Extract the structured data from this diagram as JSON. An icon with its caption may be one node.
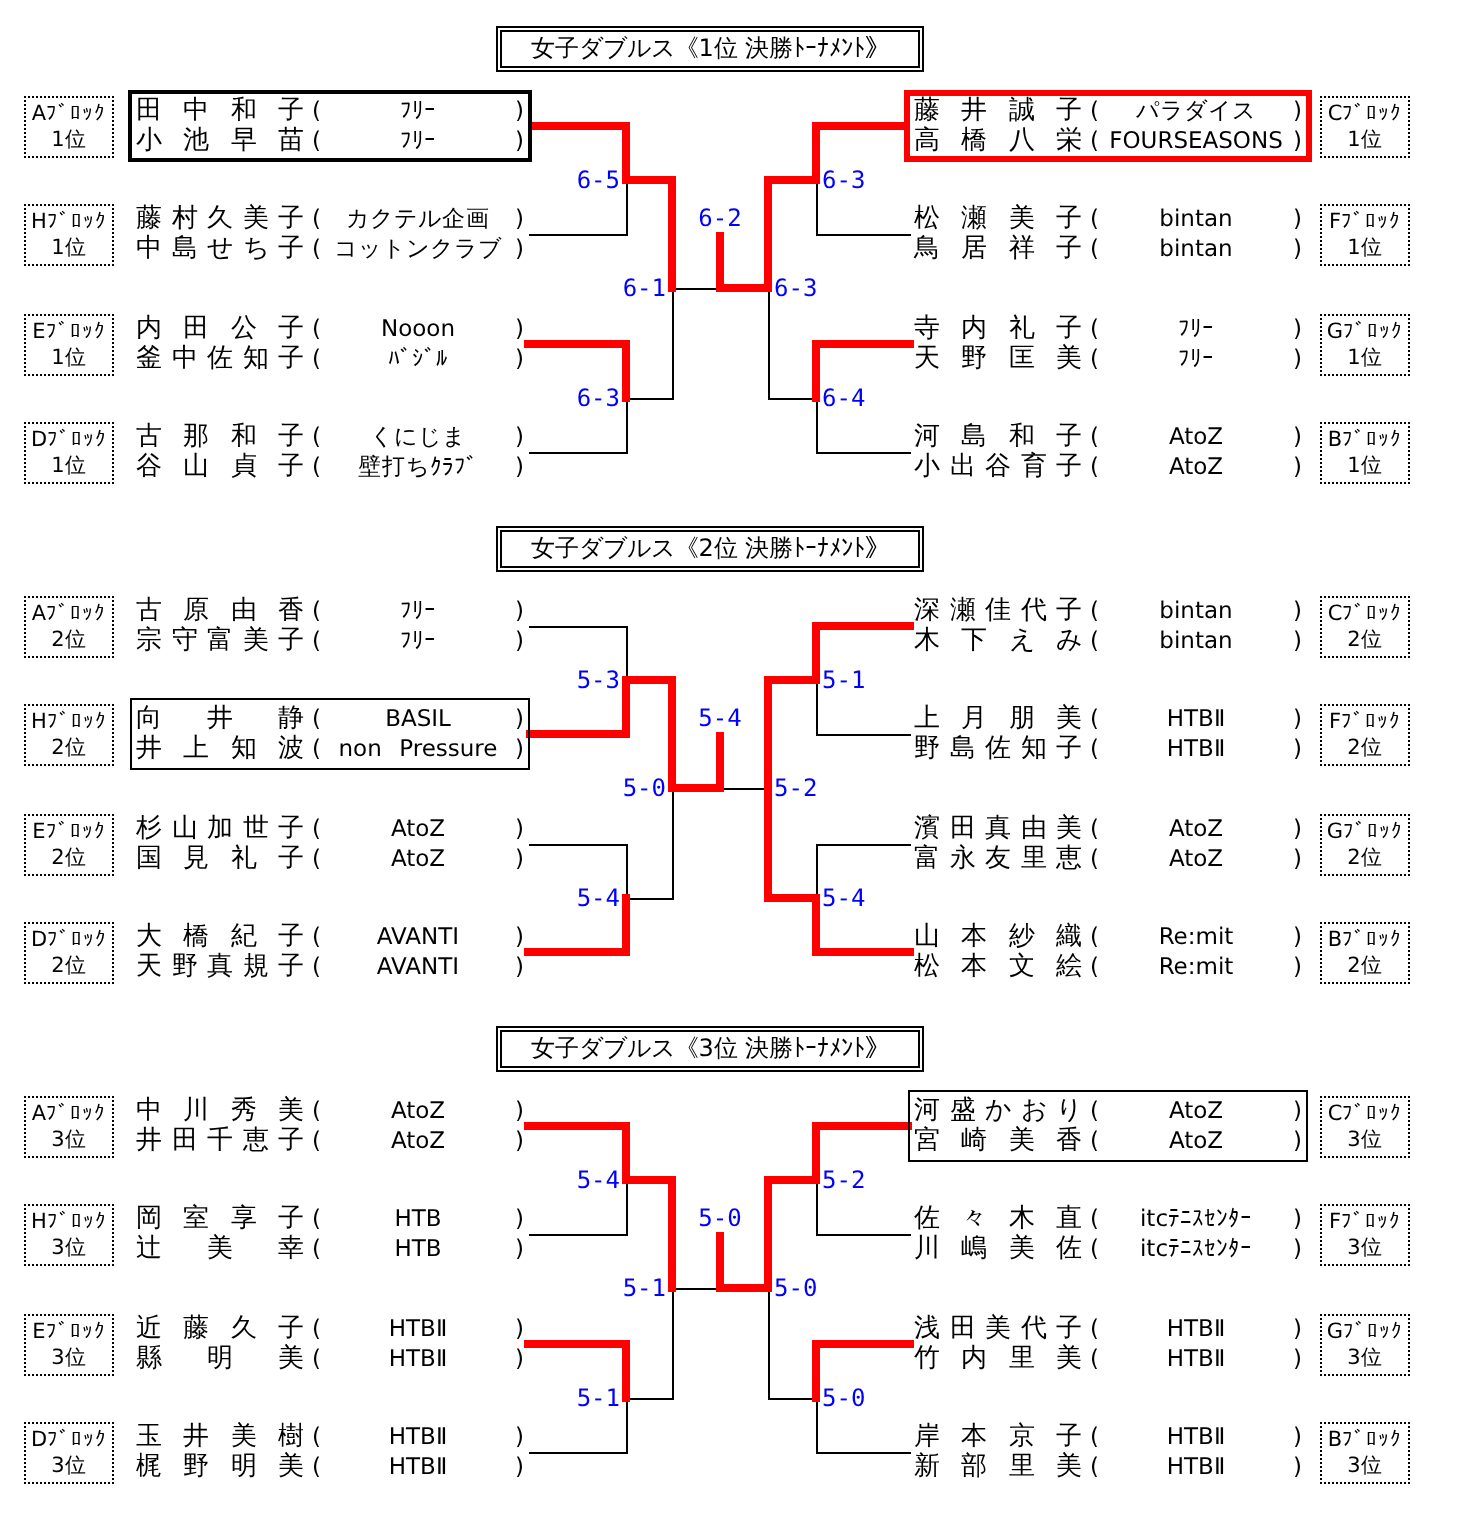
{
  "diagram": {
    "nodes": [
      {
        "text": [
          "女子ダブルス《1位 決勝ﾄｰﾅﾒﾝﾄ》"
        ]
      },
      {
        "text": [
          "Aﾌﾞﾛｯｸ",
          "1位"
        ]
      },
      {
        "text": [
          "田中和子",
          "( ﾌﾘｰ )",
          "小池早苗",
          "( ﾌﾘｰ )"
        ]
      },
      {
        "text": [
          "藤井誠子",
          "( パラダイス )",
          "高橋八栄",
          "( FOURSEASONS )"
        ]
      },
      {
        "text": [
          "Cﾌﾞﾛｯｸ",
          "1位"
        ]
      },
      {
        "text": [
          "Hﾌﾞﾛｯｸ",
          "1位"
        ]
      },
      {
        "text": [
          "藤村久美子",
          "( カクテル企画 )",
          "中島せち子",
          "( コットンクラブ )"
        ]
      },
      {
        "text": [
          "松瀬美子",
          "( bintan )",
          "鳥居祥子",
          "( bintan )"
        ]
      },
      {
        "text": [
          "Fﾌﾞﾛｯｸ",
          "1位"
        ]
      },
      {
        "text": [
          "Eﾌﾞﾛｯｸ",
          "1位"
        ]
      },
      {
        "text": [
          "内田公子",
          "( Nooon )",
          "釜中佐知子",
          "( ﾊﾞｼﾞﾙ )"
        ]
      },
      {
        "text": [
          "寺内礼子",
          "( ﾌﾘｰ )",
          "天野匡美",
          "( ﾌﾘｰ )"
        ]
      },
      {
        "text": [
          "Gﾌﾞﾛｯｸ",
          "1位"
        ]
      },
      {
        "text": [
          "Dﾌﾞﾛｯｸ",
          "1位"
        ]
      },
      {
        "text": [
          "古那和子",
          "( くにじま )",
          "谷山貞子",
          "( 壁打ちｸﾗﾌﾞ )"
        ]
      },
      {
        "text": [
          "河島和子",
          "( AtoZ )",
          "小出谷育子",
          "( AtoZ )"
        ]
      },
      {
        "text": [
          "Bﾌﾞﾛｯｸ",
          "1位"
        ]
      },
      {
        "text": [
          "6-5"
        ]
      },
      {
        "text": [
          "6-3"
        ]
      },
      {
        "text": [
          "6-1"
        ]
      },
      {
        "text": [
          "6-2"
        ]
      },
      {
        "text": [
          "6-3"
        ]
      },
      {
        "text": [
          "6-3"
        ]
      },
      {
        "text": [
          "6-4"
        ]
      },
      {
        "text": [
          "女子ダブルス《2位 決勝ﾄｰﾅﾒﾝﾄ》"
        ]
      },
      {
        "text": [
          "Aﾌﾞﾛｯｸ",
          "2位"
        ]
      },
      {
        "text": [
          "古原由香",
          "( ﾌﾘｰ )",
          "宗守富美子",
          "( ﾌﾘｰ )"
        ]
      },
      {
        "text": [
          "深瀬佳代子",
          "( bintan )",
          "木下えみ",
          "( bintan )"
        ]
      },
      {
        "text": [
          "Cﾌﾞﾛｯｸ",
          "2位"
        ]
      },
      {
        "text": [
          "Hﾌﾞﾛｯｸ",
          "2位"
        ]
      },
      {
        "text": [
          "向井静",
          "( BASIL )",
          "井上知波",
          "( non Pressure )"
        ]
      },
      {
        "text": [
          "上月朋美",
          "( HTBⅡ )",
          "野島佐知子",
          "( HTBⅡ )"
        ]
      },
      {
        "text": [
          "Fﾌﾞﾛｯｸ",
          "2位"
        ]
      },
      {
        "text": [
          "Eﾌﾞﾛｯｸ",
          "2位"
        ]
      },
      {
        "text": [
          "杉山加世子",
          "( AtoZ )",
          "国見礼子",
          "( AtoZ )"
        ]
      },
      {
        "text": [
          "濱田真由美",
          "( AtoZ )",
          "富永友里恵",
          "( AtoZ )"
        ]
      },
      {
        "text": [
          "Gﾌﾞﾛｯｸ",
          "2位"
        ]
      },
      {
        "text": [
          "Dﾌﾞﾛｯｸ",
          "2位"
        ]
      },
      {
        "text": [
          "大橋紀子",
          "( AVANTI )",
          "天野真規子",
          "( AVANTI )"
        ]
      },
      {
        "text": [
          "山本紗織",
          "( Re:mit )",
          "松本文絵",
          "( Re:mit )"
        ]
      },
      {
        "text": [
          "Bﾌﾞﾛｯｸ",
          "2位"
        ]
      },
      {
        "text": [
          "5-3"
        ]
      },
      {
        "text": [
          "5-4"
        ]
      },
      {
        "text": [
          "5-0"
        ]
      },
      {
        "text": [
          "5-4"
        ]
      },
      {
        "text": [
          "5-2"
        ]
      },
      {
        "text": [
          "5-1"
        ]
      },
      {
        "text": [
          "5-4"
        ]
      },
      {
        "text": [
          "女子ダブルス《3位 決勝ﾄｰﾅﾒﾝﾄ》"
        ]
      },
      {
        "text": [
          "Aﾌﾞﾛｯｸ",
          "3位"
        ]
      },
      {
        "text": [
          "中川秀美",
          "( AtoZ )",
          "井田千恵子",
          "( AtoZ )"
        ]
      },
      {
        "text": [
          "河盛かおり",
          "( AtoZ )",
          "宮崎美香",
          "( AtoZ )"
        ]
      },
      {
        "text": [
          "Cﾌﾞﾛｯｸ",
          "3位"
        ]
      },
      {
        "text": [
          "Hﾌﾞﾛｯｸ",
          "3位"
        ]
      },
      {
        "text": [
          "岡室享子",
          "( HTB )",
          "辻美幸",
          "( HTB )"
        ]
      },
      {
        "text": [
          "佐々木直",
          "( itcﾃﾆｽｾﾝﾀｰ )",
          "川嶋美佐",
          "( itcﾃﾆｽｾﾝﾀｰ )"
        ]
      },
      {
        "text": [
          "Fﾌﾞﾛｯｸ",
          "3位"
        ]
      },
      {
        "text": [
          "Eﾌﾞﾛｯｸ",
          "3位"
        ]
      },
      {
        "text": [
          "近藤久子",
          "( HTBⅡ )",
          "縣明美",
          "( HTBⅡ )"
        ]
      },
      {
        "text": [
          "浅田美代子",
          "( HTBⅡ )",
          "竹内里美",
          "( HTBⅡ )"
        ]
      },
      {
        "text": [
          "Gﾌﾞﾛｯｸ",
          "3位"
        ]
      },
      {
        "text": [
          "Dﾌﾞﾛｯｸ",
          "3位"
        ]
      },
      {
        "text": [
          "玉井美樹",
          "( HTBⅡ )",
          "梶野明美",
          "( HTBⅡ )"
        ]
      },
      {
        "text": [
          "岸本京子",
          "( HTBⅡ )",
          "新部里美",
          "( HTBⅡ )"
        ]
      },
      {
        "text": [
          "Bﾌﾞﾛｯｸ",
          "3位"
        ]
      },
      {
        "text": [
          "5-4"
        ]
      },
      {
        "text": [
          "5-1"
        ]
      },
      {
        "text": [
          "5-1"
        ]
      },
      {
        "text": [
          "5-0"
        ]
      },
      {
        "text": [
          "5-0"
        ]
      },
      {
        "text": [
          "5-2"
        ]
      },
      {
        "text": [
          "5-0"
        ]
      }
    ],
    "edges": [
      {
        "from": 2,
        "to": 17,
        "arrow": "none"
      },
      {
        "from": 6,
        "to": 17,
        "arrow": "none",
        "color": "#000000"
      },
      {
        "from": 10,
        "to": 18,
        "arrow": "none"
      },
      {
        "from": 14,
        "to": 18,
        "arrow": "none",
        "color": "#000000"
      },
      {
        "from": 17,
        "to": 19,
        "arrow": "none"
      },
      {
        "from": 18,
        "to": 19,
        "arrow": "none",
        "color": "#000000"
      },
      {
        "from": 19,
        "to": 20,
        "arrow": "none",
        "color": "#000000"
      },
      {
        "from": 21,
        "to": 20,
        "arrow": "none"
      },
      {
        "from": 22,
        "to": 21,
        "arrow": "none"
      },
      {
        "from": 23,
        "to": 21,
        "arrow": "none",
        "color": "#000000"
      },
      {
        "from": 3,
        "to": 22,
        "arrow": "none"
      },
      {
        "from": 7,
        "to": 22,
        "arrow": "none",
        "color": "#000000"
      },
      {
        "from": 11,
        "to": 23,
        "arrow": "none"
      },
      {
        "from": 15,
        "to": 23,
        "arrow": "none",
        "color": "#000000"
      },
      {
        "from": 26,
        "to": 41,
        "arrow": "none",
        "color": "#000000"
      },
      {
        "from": 30,
        "to": 41,
        "arrow": "none"
      },
      {
        "from": 34,
        "to": 42,
        "arrow": "none",
        "color": "#000000"
      },
      {
        "from": 38,
        "to": 42,
        "arrow": "none"
      },
      {
        "from": 41,
        "to": 43,
        "arrow": "none"
      },
      {
        "from": 42,
        "to": 43,
        "arrow": "none",
        "color": "#000000"
      },
      {
        "from": 43,
        "to": 44,
        "arrow": "none"
      },
      {
        "from": 45,
        "to": 44,
        "arrow": "none",
        "color": "#000000"
      },
      {
        "from": 46,
        "to": 45,
        "arrow": "none"
      },
      {
        "from": 47,
        "to": 45,
        "arrow": "none"
      },
      {
        "from": 27,
        "to": 46,
        "arrow": "none"
      },
      {
        "from": 31,
        "to": 46,
        "arrow": "none",
        "color": "#000000"
      },
      {
        "from": 35,
        "to": 47,
        "arrow": "none",
        "color": "#000000"
      },
      {
        "from": 39,
        "to": 47,
        "arrow": "none"
      },
      {
        "from": 50,
        "to": 65,
        "arrow": "none"
      },
      {
        "from": 54,
        "to": 65,
        "arrow": "none",
        "color": "#000000"
      },
      {
        "from": 58,
        "to": 66,
        "arrow": "none"
      },
      {
        "from": 62,
        "to": 66,
        "arrow": "none",
        "color": "#000000"
      },
      {
        "from": 65,
        "to": 67,
        "arrow": "none"
      },
      {
        "from": 66,
        "to": 67,
        "arrow": "none",
        "color": "#000000"
      },
      {
        "from": 67,
        "to": 68,
        "arrow": "none",
        "color": "#000000"
      },
      {
        "from": 69,
        "to": 68,
        "arrow": "none"
      },
      {
        "from": 70,
        "to": 69,
        "arrow": "none"
      },
      {
        "from": 71,
        "to": 69,
        "arrow": "none",
        "color": "#000000"
      },
      {
        "from": 51,
        "to": 70,
        "arrow": "none"
      },
      {
        "from": 55,
        "to": 70,
        "arrow": "none",
        "color": "#000000"
      },
      {
        "from": 59,
        "to": 71,
        "arrow": "none"
      },
      {
        "from": 63,
        "to": 71,
        "arrow": "none",
        "color": "#000000"
      }
    ]
  }
}
